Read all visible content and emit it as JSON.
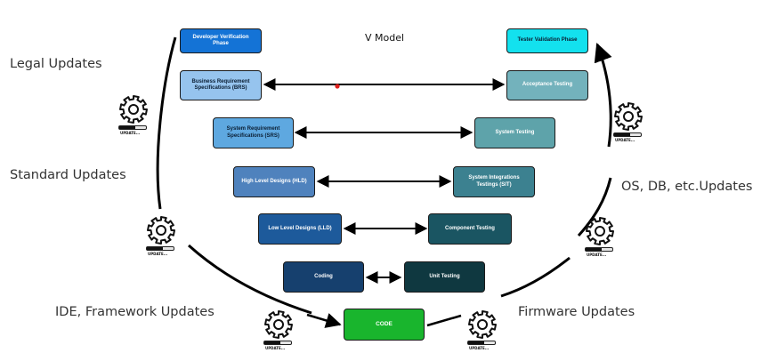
{
  "title": "V Model",
  "colors": {
    "dev_header": "#1473d6",
    "test_header": "#13e1ee",
    "brs": "#96c4ee",
    "srs": "#5ea8e0",
    "hld": "#4f82bd",
    "lld": "#1d5a9b",
    "coding": "#16406e",
    "acceptance": "#73b2bc",
    "system_testing": "#5ea3aa",
    "sit": "#3c8190",
    "component": "#1a5562",
    "unit": "#0f3840",
    "code": "#19b52d",
    "dot": "#e0201c"
  },
  "left_phases": {
    "header": "Developer Verification Phase",
    "brs": "Business Requirement Specifications (BRS)",
    "srs": "System Requirement Specifications (SRS)",
    "hld": "High Level Designs (HLD)",
    "lld": "Low Level Designs (LLD)",
    "coding": "Coding"
  },
  "right_phases": {
    "header": "Tester Validation Phase",
    "acceptance": "Acceptance Testing",
    "system": "System Testing",
    "sit": "System Integrations Testings (SIT)",
    "component": "Component Testing",
    "unit": "Unit Testing"
  },
  "bottom": {
    "code": "CODE"
  },
  "side_labels": {
    "legal": "Legal Updates",
    "standard": "Standard Updates",
    "ide": "IDE, Framework Updates",
    "os": "OS, DB, etc.Updates",
    "firmware": "Firmware Updates"
  },
  "update_icon": {
    "icon": "gear-icon",
    "caption": "UPDATE...",
    "progress": 0.6
  }
}
